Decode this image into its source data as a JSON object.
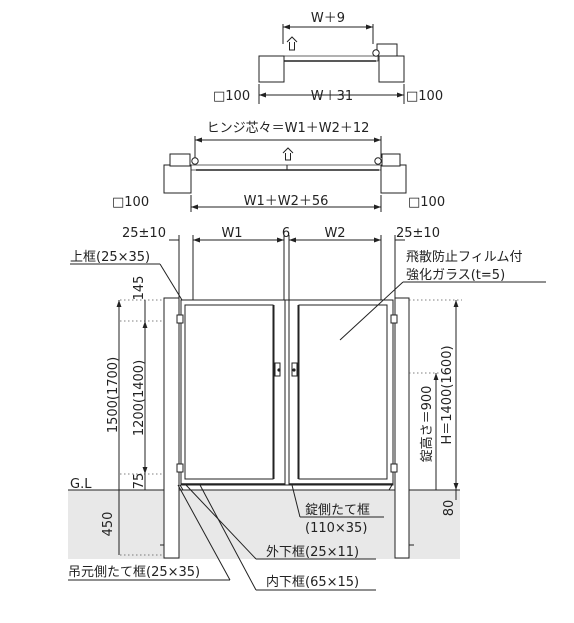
{
  "colors": {
    "ground": "#e8e8e8",
    "line": "#222222"
  },
  "plan_single": {
    "top_dim": "W＋9",
    "bottom_dim": "W＋31",
    "left_post": "□100",
    "right_post": "□100"
  },
  "plan_double": {
    "top_dim": "ヒンジ芯々＝W1＋W2＋12",
    "bottom_dim": "W1＋W2＋56",
    "left_post": "□100",
    "right_post": "□100"
  },
  "elevation": {
    "dim_left_gap": "25±10",
    "dim_w1": "W1",
    "dim_center": "6",
    "dim_w2": "W2",
    "dim_right_gap": "25±10",
    "upper_frame": "上框(25×35)",
    "glass_line1": "飛散防止フィルム付",
    "glass_line2": "強化ガラス(t=5)",
    "dim_145": "145",
    "dim_1500": "1500(1700)",
    "dim_1200": "1200(1400)",
    "dim_75": "75",
    "gl": "G.L",
    "dim_450": "450",
    "lock_height": "錠高さ＝900",
    "height": "H＝1400(1600)",
    "dim_80": "80",
    "lock_stile_line1": "錠側たて框",
    "lock_stile_line2": "(110×35)",
    "outer_bottom": "外下框(25×11)",
    "hinge_stile": "吊元側たて框(25×35)",
    "inner_bottom": "内下框(65×15)"
  }
}
